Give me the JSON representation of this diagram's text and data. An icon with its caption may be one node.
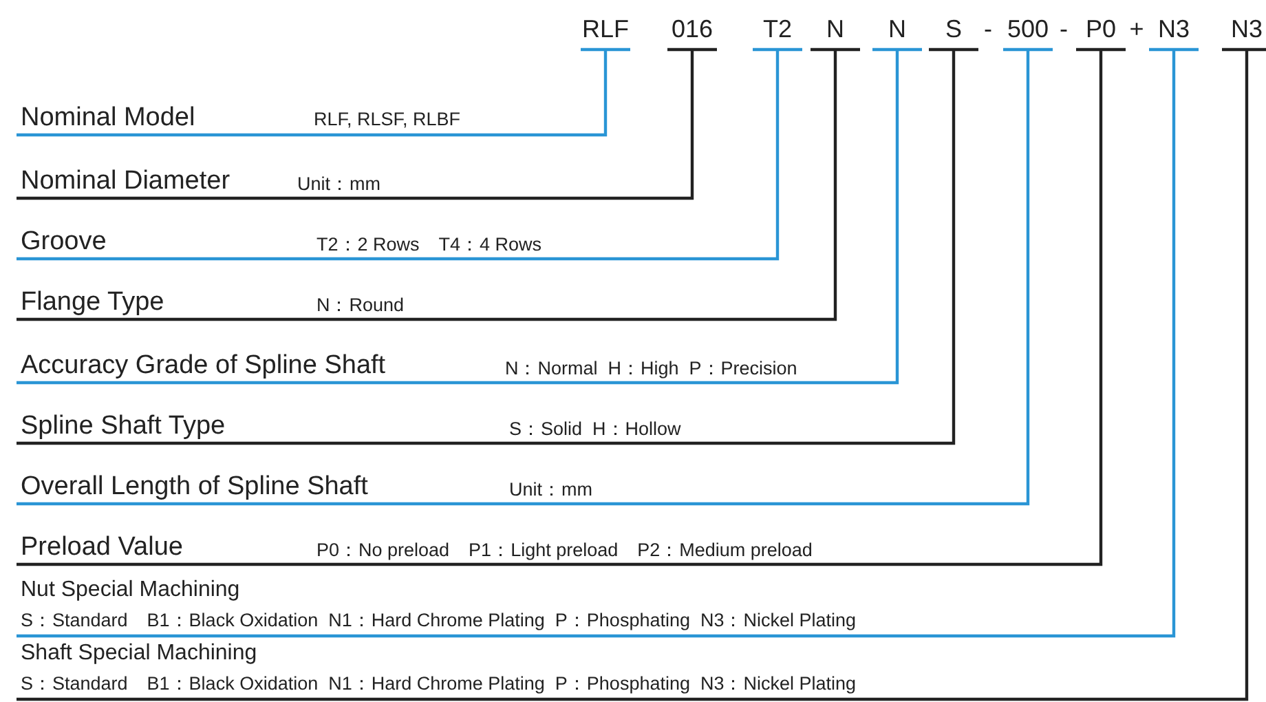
{
  "diagram": {
    "nodes": [
      {
        "text": [
          "RLF"
        ]
      },
      {
        "text": [
          "016"
        ]
      },
      {
        "text": [
          "T2"
        ]
      },
      {
        "text": [
          "N"
        ]
      },
      {
        "text": [
          "N"
        ]
      },
      {
        "text": [
          "S"
        ]
      },
      {
        "text": [
          "500"
        ]
      },
      {
        "text": [
          "P0"
        ]
      },
      {
        "text": [
          "N3"
        ]
      },
      {
        "text": [
          "N3"
        ]
      },
      {
        "text": [
          "Nominal Model",
          "RLF, RLSF, RLBF"
        ]
      },
      {
        "text": [
          "Nominal Diameter",
          "Unit：mm"
        ]
      },
      {
        "text": [
          "Groove",
          "T2：2 Rows　T4：4 Rows"
        ]
      },
      {
        "text": [
          "Flange Type",
          "N：Round"
        ]
      },
      {
        "text": [
          "Accuracy Grade of Spline Shaft",
          "N：Normal  H：High  P：Precision"
        ]
      },
      {
        "text": [
          "Spline Shaft Type",
          "S：Solid  H：Hollow"
        ]
      },
      {
        "text": [
          "Overall Length of Spline Shaft",
          "Unit：mm"
        ]
      },
      {
        "text": [
          "Preload Value",
          "P0：No preload　P1：Light preload　P2：Medium preload"
        ]
      },
      {
        "text": [
          "Nut Special Machining",
          "S：Standard　B1：Black Oxidation  N1：Hard Chrome Plating  P：Phosphating  N3：Nickel Plating"
        ]
      },
      {
        "text": [
          "Shaft Special Machining",
          "S：Standard　B1：Black Oxidation  N1：Hard Chrome Plating  P：Phosphating  N3：Nickel Plating"
        ]
      }
    ],
    "edges": [
      {
        "from": 10,
        "to": 0,
        "arrow": "none",
        "color": "#2a95d5"
      },
      {
        "from": 11,
        "to": 1,
        "arrow": "none",
        "color": "#222222"
      },
      {
        "from": 12,
        "to": 2,
        "arrow": "none",
        "color": "#2a95d5"
      },
      {
        "from": 13,
        "to": 3,
        "arrow": "none",
        "color": "#222222"
      },
      {
        "from": 14,
        "to": 4,
        "arrow": "none",
        "color": "#2a95d5"
      },
      {
        "from": 15,
        "to": 5,
        "arrow": "none",
        "color": "#222222"
      },
      {
        "from": 16,
        "to": 6,
        "arrow": "none",
        "color": "#2a95d5"
      },
      {
        "from": 17,
        "to": 7,
        "arrow": "none",
        "color": "#222222"
      },
      {
        "from": 18,
        "to": 8,
        "arrow": "none",
        "color": "#2a95d5"
      },
      {
        "from": 19,
        "to": 9,
        "arrow": "none",
        "color": "#222222"
      }
    ],
    "labels": [
      "-",
      "-",
      "+"
    ]
  }
}
